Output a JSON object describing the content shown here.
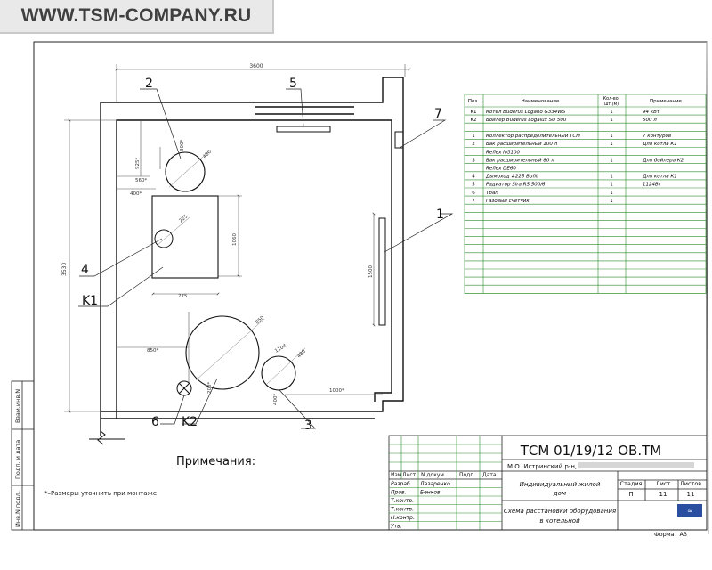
{
  "watermark": "WWW.TSM-COMPANY.RU",
  "plan": {
    "dims": {
      "width": "3600",
      "height": "3530",
      "d300": "300*",
      "d925": "925*",
      "d480a": "480",
      "d560": "560*",
      "d400": "400*",
      "d225": "225",
      "d1060": "1060",
      "d775": "775",
      "d1500": "1500",
      "d850": "850",
      "d850s": "850*",
      "d1104": "1104",
      "d480b": "480",
      "d200": "200*",
      "d400b": "400*",
      "d1000": "1000*"
    },
    "callouts": {
      "c1": "1",
      "c2": "2",
      "c3": "3",
      "c4": "4",
      "c5": "5",
      "c6": "6",
      "c7": "7",
      "k1": "K1",
      "k2": "K2"
    }
  },
  "notes": {
    "title": "Примечания:",
    "text": "*–Размеры уточнить при монтаже"
  },
  "spec": {
    "headers": {
      "pos": "Поз.",
      "name": "Наименование",
      "qty": "Кол-во, шт.(м)",
      "note": "Примечание"
    },
    "rows": [
      {
        "pos": "K1",
        "name": "Котел Buderus Logano G334WS",
        "qty": "1",
        "note": "94 кВт"
      },
      {
        "pos": "K2",
        "name": "Бойлер Buderus Logalux SU 500",
        "qty": "1",
        "note": "500 л"
      },
      {
        "pos": "",
        "name": "",
        "qty": "",
        "note": ""
      },
      {
        "pos": "1",
        "name": "Коллектор распределительный ТСМ",
        "qty": "1",
        "note": "7 контуров"
      },
      {
        "pos": "2",
        "name": "Бак расширительный 100 л",
        "qty": "1",
        "note": "Для котла К1"
      },
      {
        "pos": "",
        "name": "Reflex NG100",
        "qty": "",
        "note": ""
      },
      {
        "pos": "3",
        "name": "Бак расширительный 80 л",
        "qty": "1",
        "note": "Для бойлера К2"
      },
      {
        "pos": "",
        "name": "Reflex DE60",
        "qty": "",
        "note": ""
      },
      {
        "pos": "4",
        "name": "Дымоход #225 Bofill",
        "qty": "1",
        "note": "Для котла К1"
      },
      {
        "pos": "5",
        "name": "Радиатор Sira RS 500/6",
        "qty": "1",
        "note": "1124Вт"
      },
      {
        "pos": "6",
        "name": "Трап",
        "qty": "1",
        "note": ""
      },
      {
        "pos": "7",
        "name": "Газовый счетчик",
        "qty": "1",
        "note": ""
      }
    ]
  },
  "titleblock": {
    "code": "ТСМ 01/19/12 ОВ.ТМ",
    "address": "М.О. Истринский р-н,",
    "object": "Индивидуальный жилой дом",
    "sheet_title": "Схема расстановки оборудования в котельной",
    "stage_label": "Стадия",
    "sheet_label": "Лист",
    "sheets_label": "Листов",
    "stage": "П",
    "sheet": "11",
    "sheets": "11",
    "format": "Формат А3",
    "cols": {
      "izm": "Изм.",
      "list": "Лист",
      "ndoc": "N докум.",
      "podp": "Подп.",
      "data": "Дата"
    },
    "roles": [
      {
        "role": "Разраб.",
        "name": "Лазаренко"
      },
      {
        "role": "Пров.",
        "name": "Бенков"
      },
      {
        "role": "Т.контр.",
        "name": ""
      },
      {
        "role": "Т.контр.",
        "name": ""
      },
      {
        "role": "Н.контр.",
        "name": ""
      },
      {
        "role": "Утв.",
        "name": ""
      }
    ]
  },
  "sidebar": {
    "inv_orig": "Инв.N подл.",
    "sign_date": "Подп. и дата",
    "inv_dup": "Взам.инв.N"
  }
}
